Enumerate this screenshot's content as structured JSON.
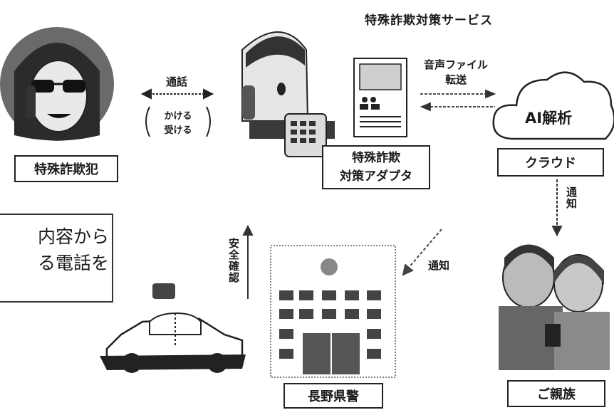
{
  "title": "特殊詐欺対策サービス",
  "nodes": {
    "criminal": "特殊詐欺犯",
    "adapter_line1": "特殊詐欺",
    "adapter_line2": "対策アダプタ",
    "cloud_label": "クラウド",
    "ai": "AI解析",
    "police": "長野県警",
    "family": "ご親族"
  },
  "edges": {
    "call": "通話",
    "call_sub_line1": "かける",
    "call_sub_line2": "受ける",
    "transfer_line1": "音声ファイル",
    "transfer_line2": "転送",
    "notify_family": "通知",
    "notify_police": "通知",
    "safety_check": "安全確認"
  },
  "callout": {
    "line1": "内容から",
    "line2": "る電話を"
  },
  "colors": {
    "ink": "#1a1a1a",
    "background": "#ffffff",
    "shade": "#555555"
  }
}
